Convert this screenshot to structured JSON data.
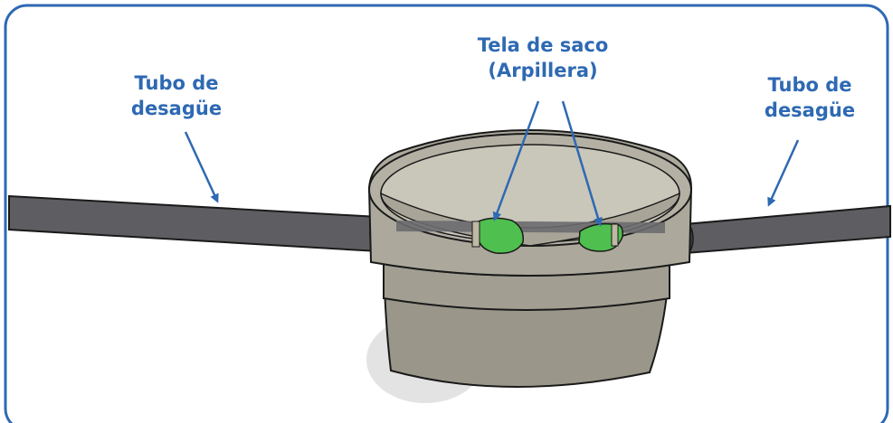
{
  "labels": {
    "left_pipe": [
      "Tubo de",
      "desagüe"
    ],
    "burlap": [
      "Tela de saco",
      "(Arpillera)"
    ],
    "right_pipe": [
      "Tubo de",
      "desagüe"
    ]
  },
  "colors": {
    "border": "#2e69b3",
    "label_text": "#2e69b3",
    "arrow": "#2e69b3",
    "pipe": "#5e5e62",
    "bucket_body": "#9a978a",
    "bucket_rim": "#aca99c",
    "bucket_inside": "#c9c6ba",
    "burlap": "#4fbf4f",
    "shadow": "#e3e3e3"
  }
}
